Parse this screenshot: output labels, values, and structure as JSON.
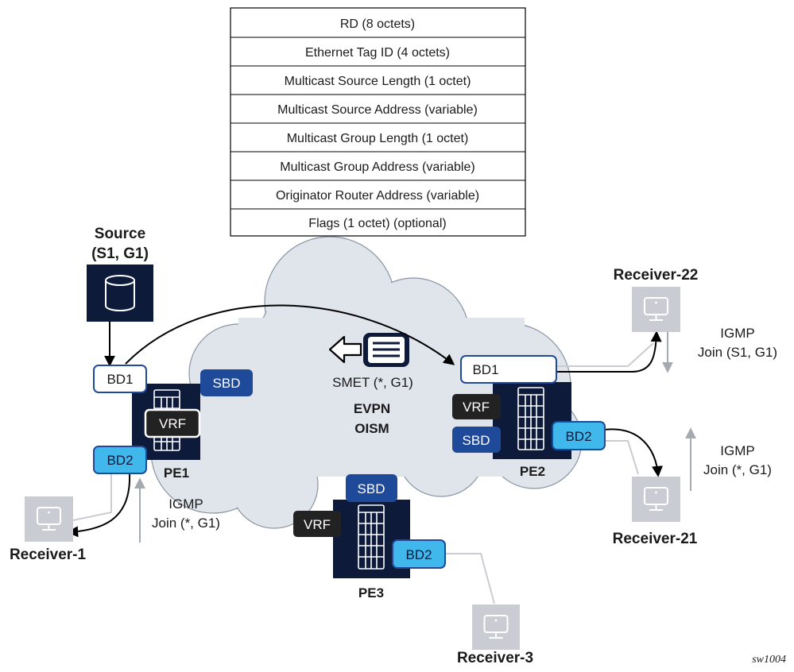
{
  "packet_format": {
    "fields": [
      "RD (8 octets)",
      "Ethernet Tag ID (4 octets)",
      "Multicast Source Length (1 octet)",
      "Multicast Source Address (variable)",
      "Multicast Group Length (1 octet)",
      "Multicast Group Address (variable)",
      "Originator Router Address (variable)",
      "Flags (1 octet) (optional)"
    ]
  },
  "source": {
    "title": "Source",
    "group": "(S1, G1)"
  },
  "pe1": {
    "name": "PE1",
    "bd1": "BD1",
    "bd2": "BD2",
    "sbd": "SBD",
    "vrf": "VRF"
  },
  "pe2": {
    "name": "PE2",
    "bd1": "BD1",
    "bd2": "BD2",
    "sbd": "SBD",
    "vrf": "VRF"
  },
  "pe3": {
    "name": "PE3",
    "bd2": "BD2",
    "sbd": "SBD",
    "vrf": "VRF"
  },
  "cloud": {
    "smet_label": "SMET (*, G1)",
    "line1": "EVPN",
    "line2": "OISM"
  },
  "receivers": {
    "r1": "Receiver-1",
    "r21": "Receiver-21",
    "r22": "Receiver-22",
    "r3": "Receiver-3"
  },
  "igmp_pe1": {
    "line1": "IGMP",
    "line2": "Join (*, G1)"
  },
  "igmp_r21": {
    "line1": "IGMP",
    "line2": "Join (*, G1)"
  },
  "igmp_r22": {
    "line1": "IGMP",
    "line2": "Join (S1, G1)"
  },
  "figure_id": "sw1004",
  "colors": {
    "navy": "#0d1a3a",
    "sbd_blue": "#1f4a9a",
    "bd2_cyan": "#40b8ec",
    "cloud_fill": "#e0e5ec",
    "receiver_gray": "#c9ccd3",
    "vrf_black": "#222222"
  }
}
